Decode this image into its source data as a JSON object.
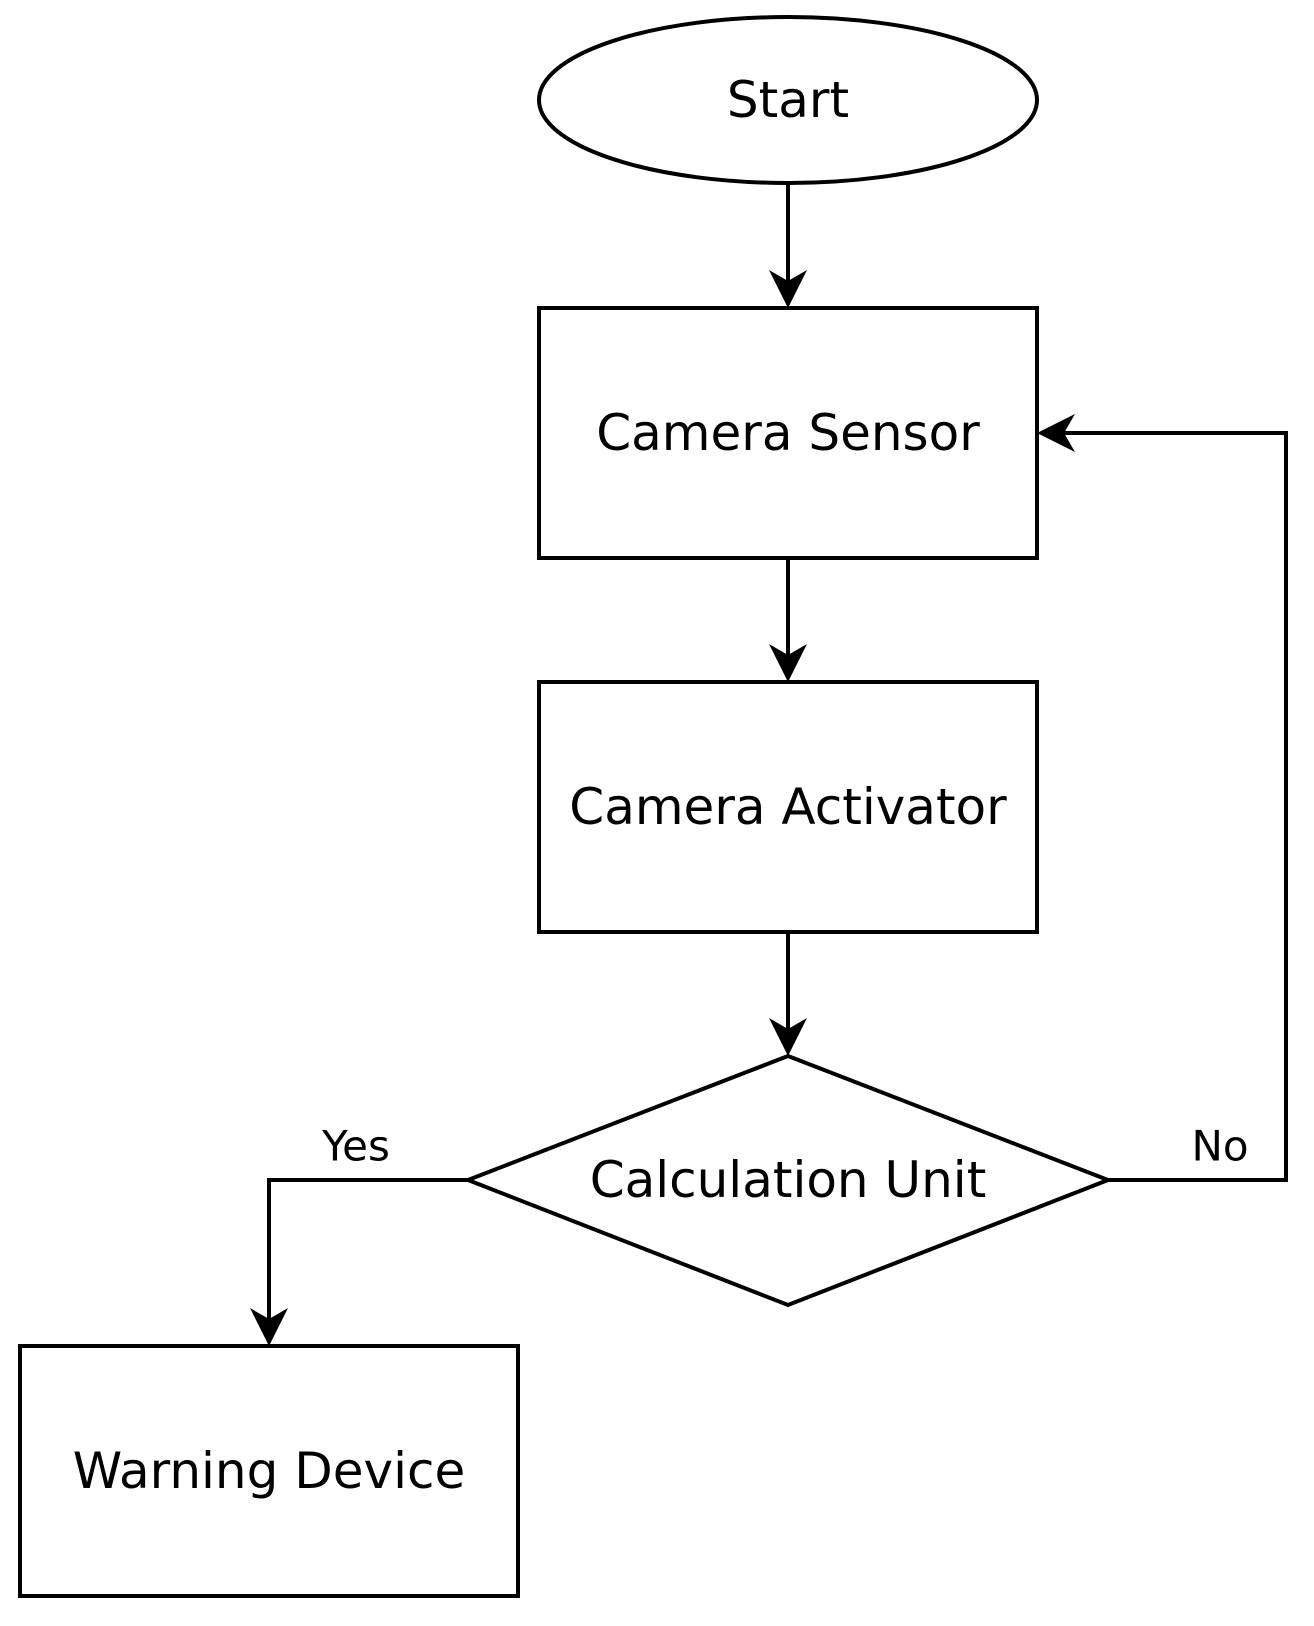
{
  "diagram": {
    "type": "flowchart",
    "nodes": {
      "start": {
        "label": "Start",
        "shape": "ellipse"
      },
      "camera_sensor": {
        "label": "Camera Sensor",
        "shape": "rectangle"
      },
      "camera_activator": {
        "label": "Camera Activator",
        "shape": "rectangle"
      },
      "calculation_unit": {
        "label": "Calculation Unit",
        "shape": "diamond"
      },
      "warning_device": {
        "label": "Warning Device",
        "shape": "rectangle"
      }
    },
    "edges": [
      {
        "from": "Start",
        "to": "Camera Sensor",
        "label": ""
      },
      {
        "from": "Camera Sensor",
        "to": "Camera Activator",
        "label": ""
      },
      {
        "from": "Camera Activator",
        "to": "Calculation Unit",
        "label": ""
      },
      {
        "from": "Calculation Unit",
        "to": "Warning Device",
        "label": "Yes"
      },
      {
        "from": "Calculation Unit",
        "to": "Camera Sensor",
        "label": "No"
      }
    ],
    "edge_labels": {
      "yes": "Yes",
      "no": "No"
    },
    "colors": {
      "stroke": "#000000",
      "fill": "#ffffff",
      "text": "#000000"
    }
  }
}
